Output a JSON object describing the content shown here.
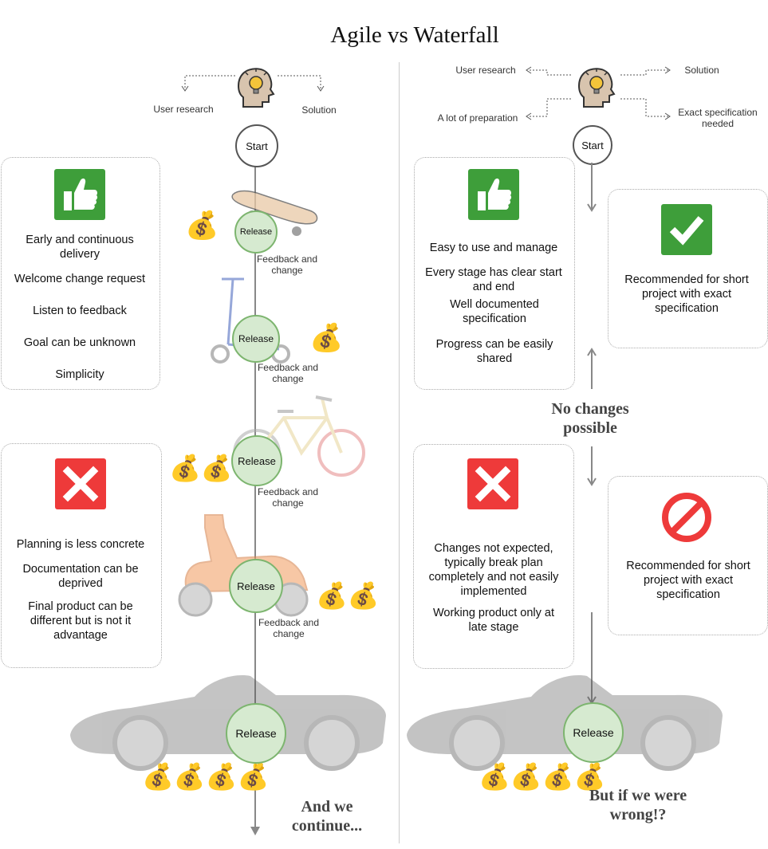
{
  "title": "Agile vs Waterfall",
  "agile": {
    "idea_labels": {
      "left": "User research",
      "right": "Solution"
    },
    "start": "Start",
    "releases": [
      "Release",
      "Release",
      "Release",
      "Release",
      "Release"
    ],
    "feedback": [
      "Feedback and change",
      "Feedback and change",
      "Feedback and change",
      "Feedback and change"
    ],
    "pros": [
      "Early and continuous delivery",
      "Welcome change request",
      "Listen to feedback",
      "Goal can be unknown",
      "Simplicity"
    ],
    "cons": [
      "Planning is less concrete",
      "Documentation can be deprived",
      "Final product can be different but is not it advantage"
    ],
    "footer": "And we continue..."
  },
  "waterfall": {
    "idea_labels": {
      "top_left": "User research",
      "bottom_left": "A lot of preparation",
      "top_right": "Solution",
      "bottom_right": "Exact specification needed"
    },
    "start": "Start",
    "release": "Release",
    "pros": [
      "Easy to use and manage",
      "Every stage has clear start and end",
      "Well documented specification",
      "Progress can be easily shared"
    ],
    "cons": [
      "Changes not expected, typically break plan completely and not easily implemented",
      "Working product only at late stage"
    ],
    "recommend_yes": "Recommended for short project with exact specification",
    "recommend_no": "Recommended for short project with exact specification",
    "middle": "No changes possible",
    "footer": "But if we were wrong!?"
  },
  "colors": {
    "thumb": "#3e9e3a",
    "cross": "#ee3a3a",
    "release_fill": "#d6ead0",
    "release_border": "#7db56f",
    "ban": "#ee3a3a"
  }
}
